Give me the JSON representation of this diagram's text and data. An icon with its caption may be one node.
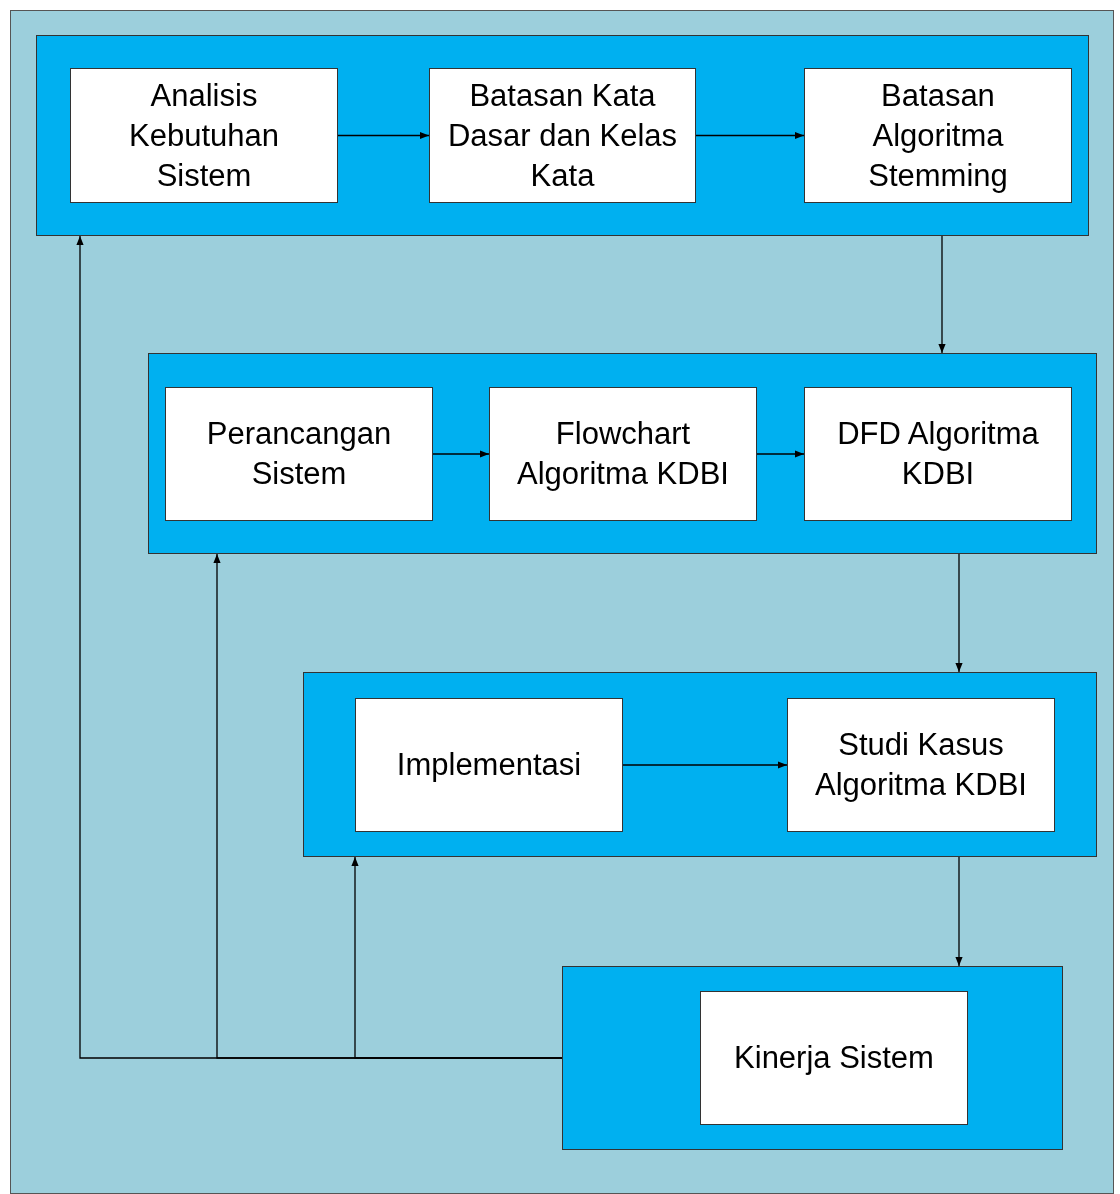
{
  "diagram": {
    "nodes": [
      {
        "text": [],
        "shape": "box"
      },
      {
        "text": [
          "Analisis Kebutuhan Sistem"
        ],
        "in": 0
      },
      {
        "text": [
          "Batasan Kata Dasar dan Kelas Kata"
        ],
        "in": 0
      },
      {
        "text": [
          "Batasan Algoritma Stemming"
        ],
        "in": 0
      },
      {
        "text": [],
        "shape": "box"
      },
      {
        "text": [
          "Perancangan Sistem"
        ],
        "in": 4
      },
      {
        "text": [
          "Flowchart Algoritma KDBI"
        ],
        "in": 4
      },
      {
        "text": [
          "DFD Algoritma KDBI"
        ],
        "in": 4
      },
      {
        "text": [],
        "shape": "box"
      },
      {
        "text": [
          "Implementasi"
        ],
        "in": 8
      },
      {
        "text": [
          "Studi Kasus Algoritma KDBI"
        ],
        "in": 8
      },
      {
        "text": [],
        "shape": "box"
      },
      {
        "text": [
          "Kinerja Sistem"
        ],
        "in": 11
      }
    ],
    "edges": [
      {
        "from": 1,
        "to": 2,
        "arrow": "to"
      },
      {
        "from": 2,
        "to": 3,
        "arrow": "to"
      },
      {
        "from": 0,
        "to": 4,
        "arrow": "to"
      },
      {
        "from": 5,
        "to": 6,
        "arrow": "to"
      },
      {
        "from": 6,
        "to": 7,
        "arrow": "to"
      },
      {
        "from": 4,
        "to": 8,
        "arrow": "to"
      },
      {
        "from": 9,
        "to": 10,
        "arrow": "to"
      },
      {
        "from": 8,
        "to": 11,
        "arrow": "to"
      },
      {
        "from": 11,
        "to": 0,
        "arrow": "to"
      },
      {
        "from": 11,
        "to": 4,
        "arrow": "to"
      },
      {
        "from": 11,
        "to": 8,
        "arrow": "to"
      }
    ]
  }
}
